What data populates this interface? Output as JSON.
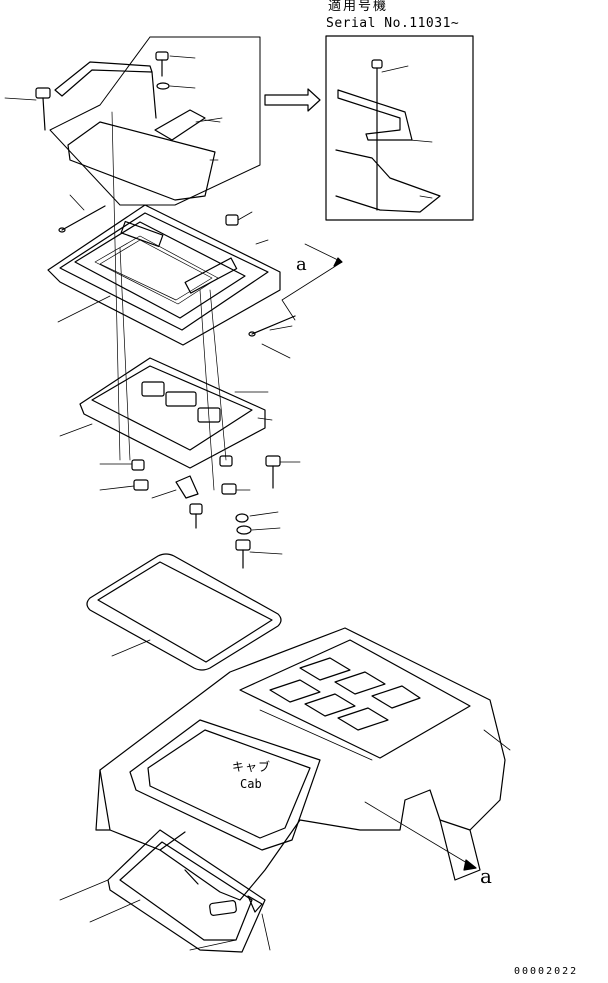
{
  "serial_note": {
    "applicable_jp": "適用号機",
    "serial_label": "Serial No.11031~"
  },
  "cab_label": {
    "jp": "キャブ",
    "en": "Cab"
  },
  "reference_marks": {
    "upper": "a",
    "lower": "a"
  },
  "illustration_number": "00002022"
}
